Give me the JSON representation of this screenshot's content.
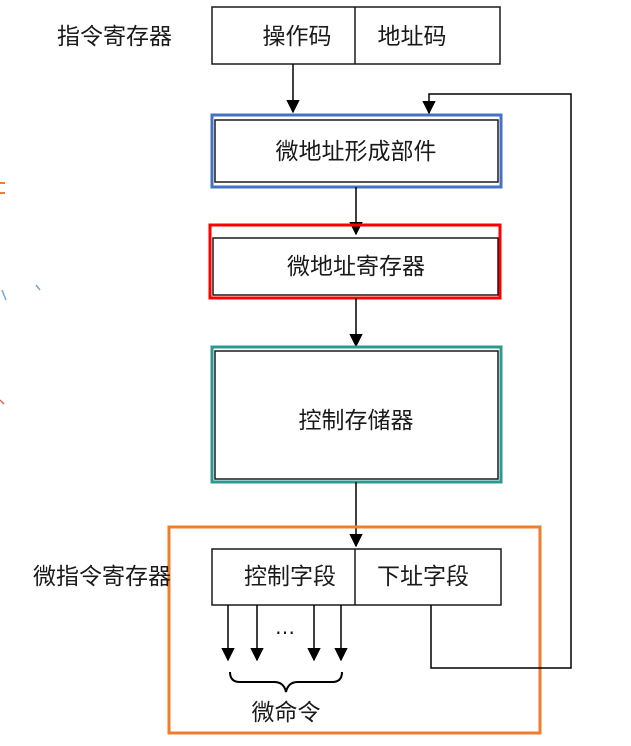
{
  "instruction_register": {
    "label": "指令寄存器",
    "fields": [
      "操作码",
      "地址码"
    ]
  },
  "micro_address_generator": {
    "label": "微地址形成部件",
    "highlight_color": "#4472c4"
  },
  "micro_address_register": {
    "label": "微地址寄存器",
    "highlight_color": "#ff0000"
  },
  "control_store": {
    "label": "控制存储器",
    "highlight_color": "#2e9a8f"
  },
  "micro_instruction_register": {
    "label": "微指令寄存器",
    "fields": [
      "控制字段",
      "下址字段"
    ],
    "highlight_color": "#ed7d31"
  },
  "micro_commands": {
    "ellipsis": "…",
    "label": "微命令"
  },
  "colors": {
    "line": "#000000",
    "box_border": "#1a1a1a"
  }
}
